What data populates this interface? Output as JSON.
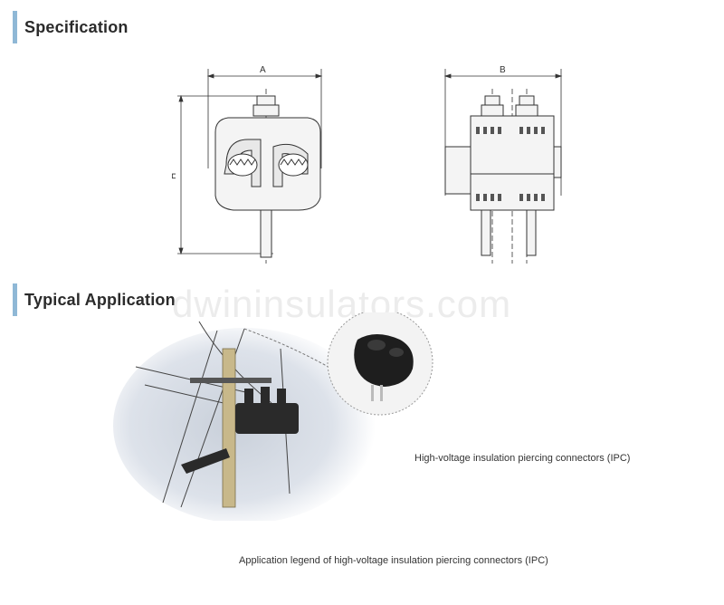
{
  "sections": {
    "specification": "Specification",
    "typical_application": "Typical Application"
  },
  "dimensions": {
    "a": "A",
    "b": "B",
    "h": "H"
  },
  "captions": {
    "ipc": "High-voltage insulation piercing connectors (IPC)",
    "legend": "Application legend of high-voltage insulation piercing connectors (IPC)"
  },
  "watermark": "dwininsulators.com",
  "colors": {
    "accent_bar": "#8fb8d6",
    "sky": "#d7dde6"
  }
}
